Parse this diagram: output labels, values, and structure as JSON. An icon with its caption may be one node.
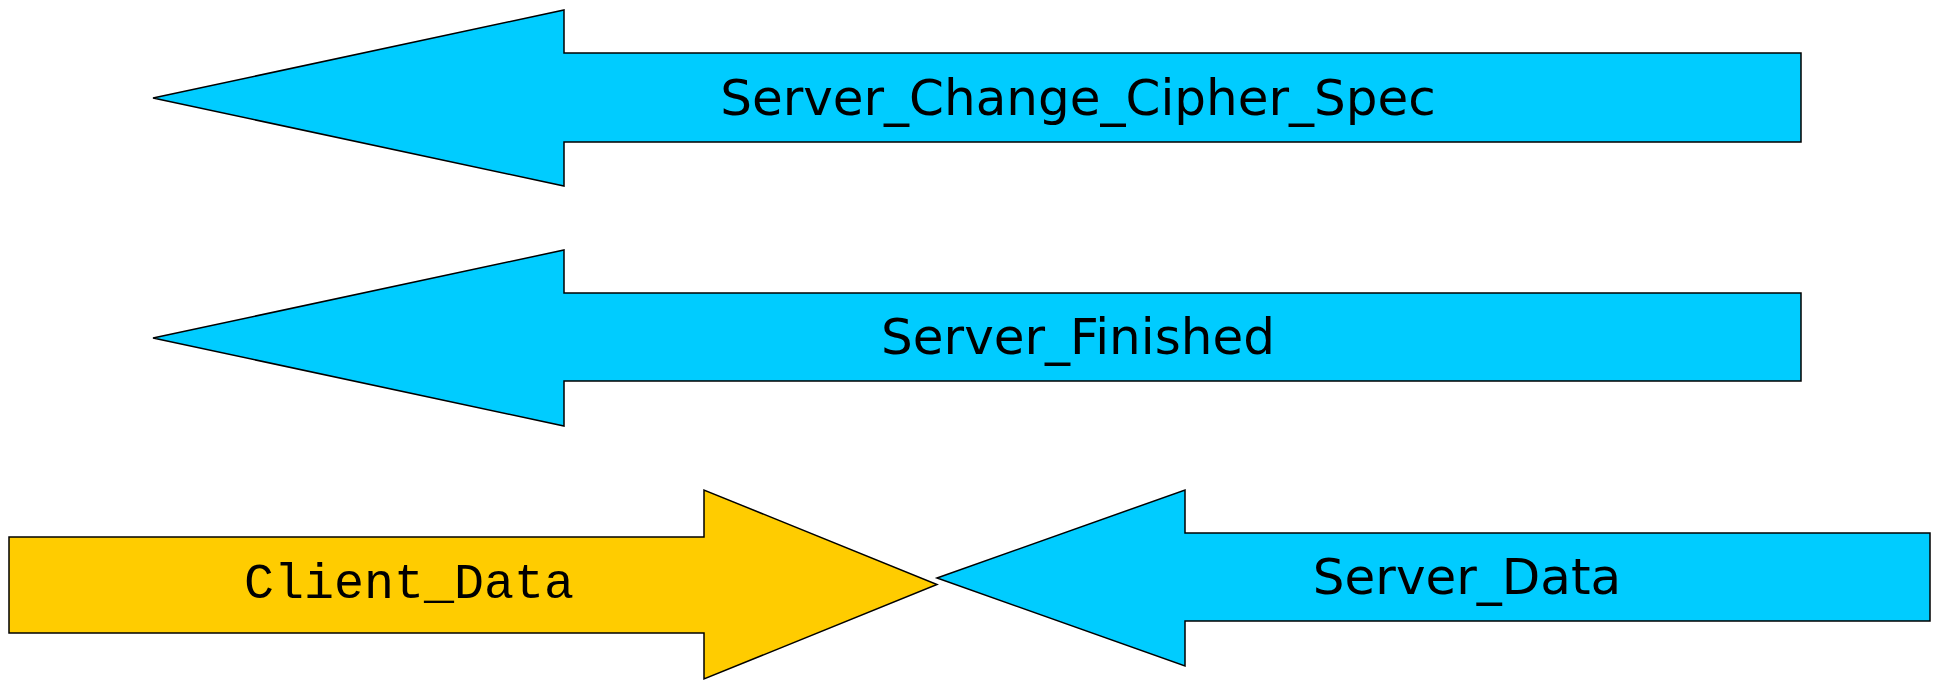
{
  "diagram": {
    "nodes": [
      {
        "text": [
          "Server_Change_Cipher_Spec"
        ]
      },
      {
        "text": [
          "Server_Finished"
        ]
      },
      {
        "text": [
          "Client_Data"
        ]
      },
      {
        "text": [
          "Server_Data"
        ]
      }
    ]
  }
}
